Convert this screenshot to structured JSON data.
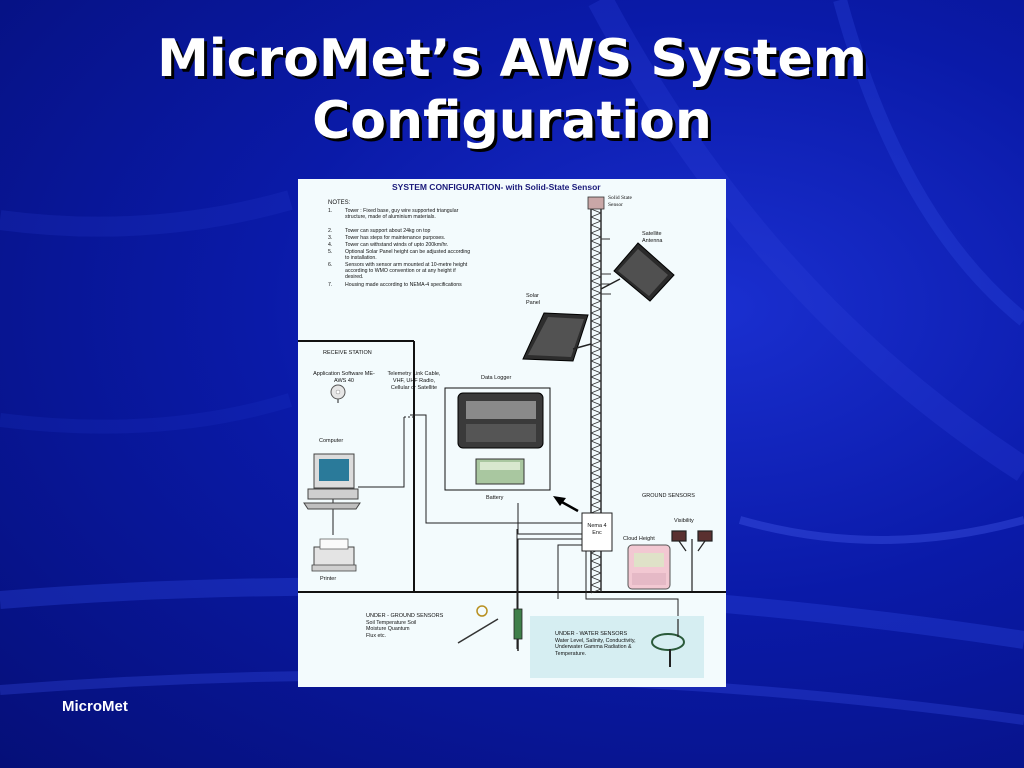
{
  "slide": {
    "title_line1": "MicroMet’s AWS System",
    "title_line2": "Configuration",
    "footer": "MicroMet"
  },
  "diagram": {
    "heading": "SYSTEM CONFIGURATION- with Solid-State Sensor",
    "notes_title": "NOTES:",
    "notes": [
      {
        "num": "1.",
        "text": "Tower :     Fixed base, guy wire supported triangular structure, made of aluminium materials."
      },
      {
        "num": "2.",
        "text": "Tower can support about 24kg on top"
      },
      {
        "num": "3.",
        "text": "Tower has steps for maintenance purposes."
      },
      {
        "num": "4.",
        "text": "Tower can withstand winds of upto 200km/hr."
      },
      {
        "num": "5.",
        "text": "Optional Solar Panel height can be adjusted according to installation."
      },
      {
        "num": "6.",
        "text": "Sensors with sensor arm mounted at 10-metre height according to WMO convention or at any height if desired."
      },
      {
        "num": "7.",
        "text": "Housing made according to NEMA-4 specifications"
      }
    ],
    "labels": {
      "solid_state_sensor": "Solid State Sensor",
      "satellite_antenna": "Satellite Antenna",
      "solar_panel": "Solar Panel",
      "receive_station": "RECEIVE STATION",
      "application_software": "Application Software ME-AWS 40",
      "telemetry_link": "Telemetry Link Cable, VHF, UHF Radio, Cellular or Satellite",
      "data_logger": "Data Logger",
      "battery": "Battery",
      "computer": "Computer",
      "printer": "Printer",
      "ground_sensors": "GROUND SENSORS",
      "visibility": "Visibility",
      "nema_enc": "Nema 4 Enc",
      "cloud_height": "Cloud Height",
      "underground_title": "UNDER - GROUND SENSORS",
      "underground_list": "Soil Temperature Soil Moisture Quantum Flux etc.",
      "underwater_title": "UNDER - WATER SENSORS",
      "underwater_list": "Water Level, Salinity, Conductivity, Underwater Gamma Radiation & Temperature."
    }
  }
}
